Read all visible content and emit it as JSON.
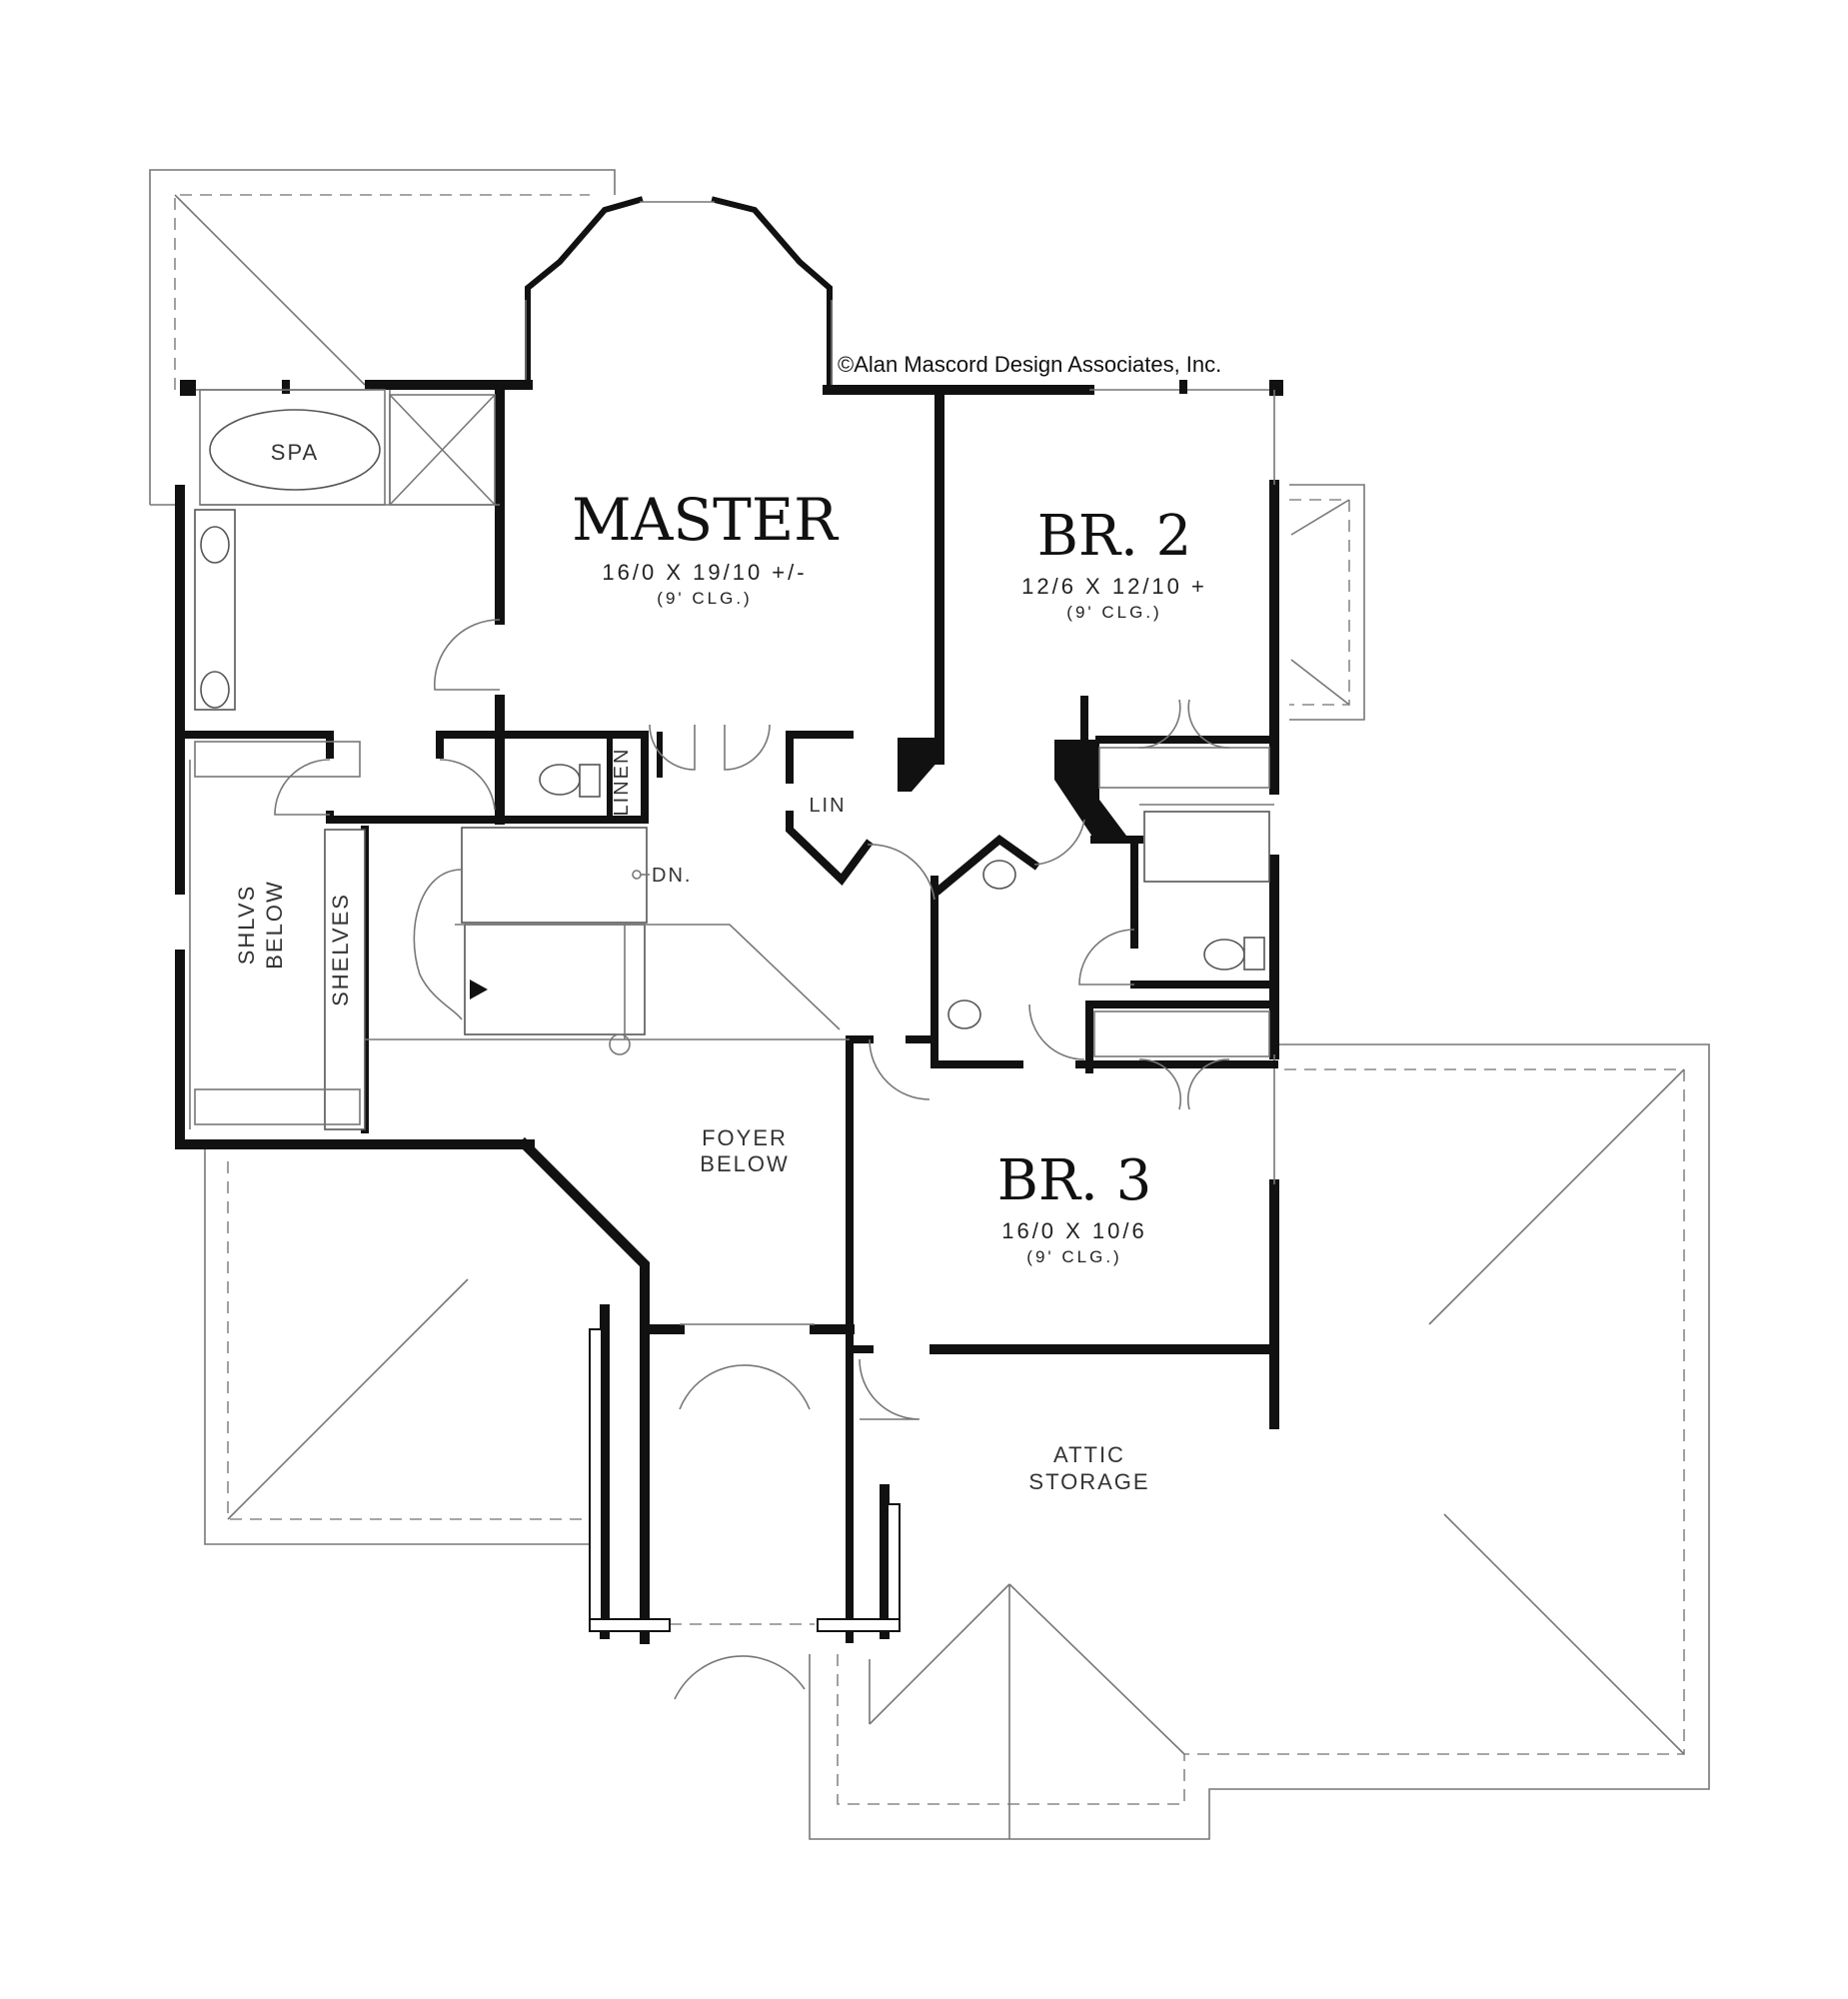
{
  "copyright": "©Alan Mascord Design Associates, Inc.",
  "rooms": {
    "master": {
      "name": "MASTER",
      "size": "16/0 X 19/10 +/-",
      "ceiling": "(9' CLG.)"
    },
    "br2": {
      "name": "BR. 2",
      "size": "12/6 X 12/10 +",
      "ceiling": "(9' CLG.)"
    },
    "br3": {
      "name": "BR. 3",
      "size": "16/0 X 10/6",
      "ceiling": "(9' CLG.)"
    }
  },
  "labels": {
    "spa": "SPA",
    "linen": "LINEN",
    "lin": "LIN",
    "dn": "DN.",
    "shlvs_below_1": "SHLVS",
    "shlvs_below_2": "BELOW",
    "shelves": "SHELVES",
    "foyer_1": "FOYER",
    "foyer_2": "BELOW",
    "attic_1": "ATTIC",
    "attic_2": "STORAGE"
  }
}
